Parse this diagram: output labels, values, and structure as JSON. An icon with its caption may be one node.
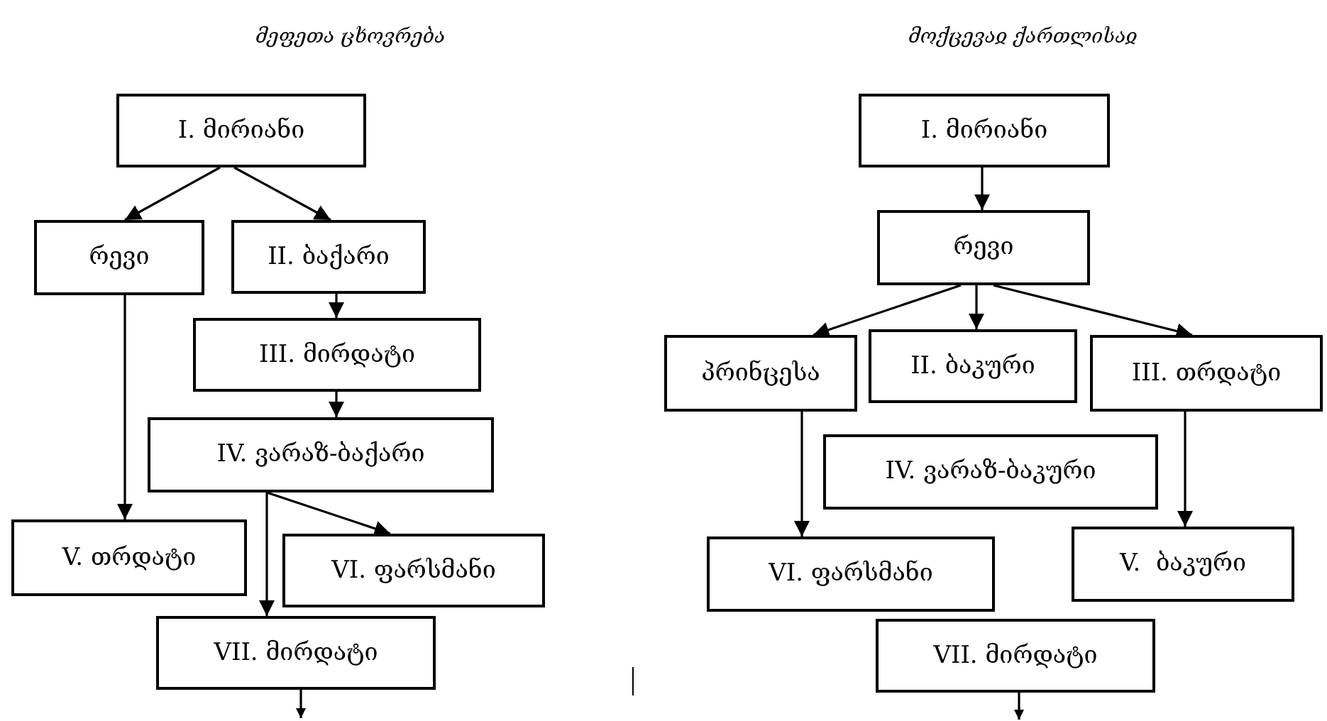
{
  "diagram": {
    "nodes": [
      {
        "text": [
          "I. მირიანი"
        ]
      },
      {
        "text": [
          "რევი"
        ]
      },
      {
        "text": [
          "II. ბაქარი"
        ]
      },
      {
        "text": [
          "III. მირდატი"
        ]
      },
      {
        "text": [
          "IV. ვარაზ-ბაქარი"
        ]
      },
      {
        "text": [
          "V. თრდატი"
        ]
      },
      {
        "text": [
          "VI. ფარსმანი"
        ]
      },
      {
        "text": [
          "VII. მირდატი"
        ]
      },
      {
        "text": [
          "I. მირიანი"
        ]
      },
      {
        "text": [
          "რევი"
        ]
      },
      {
        "text": [
          "პრინცესა"
        ]
      },
      {
        "text": [
          "II. ბაკური"
        ]
      },
      {
        "text": [
          "III. თრდატი"
        ]
      },
      {
        "text": [
          "IV. ვარაზ-ბაკური"
        ]
      },
      {
        "text": [
          "V.  ბაკური"
        ]
      },
      {
        "text": [
          "VI. ფარსმანი"
        ]
      },
      {
        "text": [
          "VII. მირდატი"
        ]
      }
    ],
    "edges": [
      {
        "from": 0,
        "to": 1,
        "arrow": "to"
      },
      {
        "from": 0,
        "to": 2,
        "arrow": "to"
      },
      {
        "from": 2,
        "to": 3,
        "arrow": "to"
      },
      {
        "from": 3,
        "to": 4,
        "arrow": "to"
      },
      {
        "from": 1,
        "to": 5,
        "arrow": "to"
      },
      {
        "from": 4,
        "to": 6,
        "arrow": "to"
      },
      {
        "from": 4,
        "to": 7,
        "arrow": "to"
      },
      {
        "from": 7,
        "to": null,
        "arrow": "to"
      },
      {
        "from": 8,
        "to": 9,
        "arrow": "to"
      },
      {
        "from": 9,
        "to": 10,
        "arrow": "to"
      },
      {
        "from": 9,
        "to": 11,
        "arrow": "to"
      },
      {
        "from": 9,
        "to": 12,
        "arrow": "to"
      },
      {
        "from": 10,
        "to": 15,
        "arrow": "to"
      },
      {
        "from": 12,
        "to": 14,
        "arrow": "to"
      },
      {
        "from": 16,
        "to": null,
        "arrow": "to"
      }
    ],
    "labels": [
      "მეფეთა ცხოვრება",
      "მოქცევაჲ ქართლისაჲ"
    ]
  }
}
